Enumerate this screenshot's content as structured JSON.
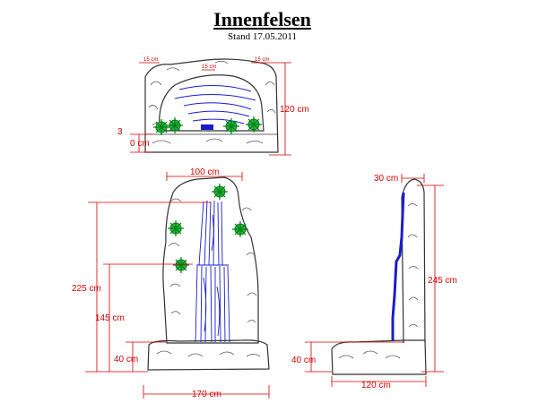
{
  "header": {
    "title": "Innenfelsen",
    "subtitle": "Stand 17.05.2011"
  },
  "top_view": {
    "left_width_label": "15 cm",
    "middle_label": "15 cm",
    "right_width_label": "15 cm",
    "height_label": "120 cm",
    "left_label_3": "3",
    "left_label_0": "0 cm"
  },
  "front_view": {
    "top_width_label": "100 cm",
    "total_height_label": "225 cm",
    "mid_height_label": "145 cm",
    "base_height_label": "40 cm",
    "base_width_label": "170 cm"
  },
  "side_view": {
    "depth_top_label": "30 cm",
    "height_label": "245 cm",
    "base_height_label": "40 cm",
    "base_width_label": "120 cm"
  },
  "colors": {
    "dimension": "#d40000",
    "water": "#1c1ccc",
    "plant": "#1fbf3a",
    "rock": "#333333"
  }
}
